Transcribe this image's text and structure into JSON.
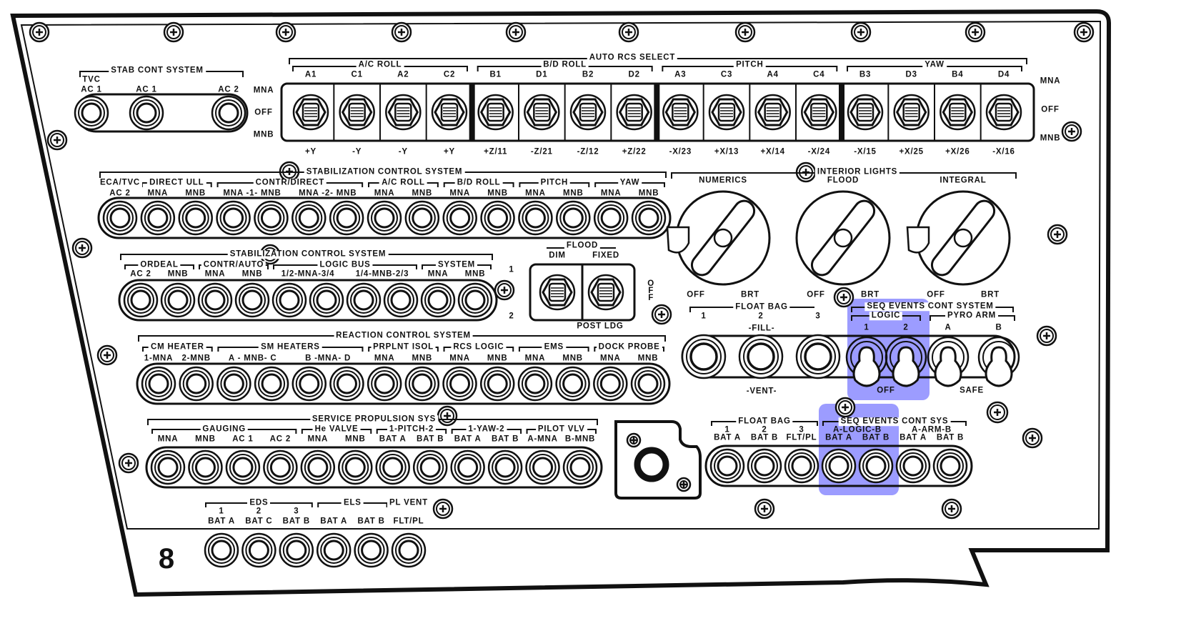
{
  "panel": {
    "number": "8",
    "highlight_color": "#7b7bff"
  },
  "stab_cont_system": {
    "title": "STAB CONT SYSTEM",
    "switches": [
      {
        "sub": "TVC",
        "label": "AC 1"
      },
      {
        "label": "AC 1"
      },
      {
        "label": "AC 2"
      }
    ],
    "positions": [
      "MNA",
      "OFF",
      "MNB"
    ]
  },
  "auto_rcs_select": {
    "title": "AUTO RCS SELECT",
    "positions": [
      "MNA",
      "OFF",
      "MNB"
    ],
    "groups": [
      {
        "name": "A/C ROLL",
        "switches": [
          {
            "id": "A1",
            "axis": "+Y"
          },
          {
            "id": "C1",
            "axis": "-Y"
          },
          {
            "id": "A2",
            "axis": "-Y"
          },
          {
            "id": "C2",
            "axis": "+Y"
          }
        ]
      },
      {
        "name": "B/D ROLL",
        "switches": [
          {
            "id": "B1",
            "axis": "+Z/11"
          },
          {
            "id": "D1",
            "axis": "-Z/21"
          },
          {
            "id": "B2",
            "axis": "-Z/12"
          },
          {
            "id": "D2",
            "axis": "+Z/22"
          }
        ]
      },
      {
        "name": "PITCH",
        "switches": [
          {
            "id": "A3",
            "axis": "-X/23"
          },
          {
            "id": "C3",
            "axis": "+X/13"
          },
          {
            "id": "A4",
            "axis": "+X/14"
          },
          {
            "id": "C4",
            "axis": "-X/24"
          }
        ]
      },
      {
        "name": "YAW",
        "switches": [
          {
            "id": "B3",
            "axis": "-X/15"
          },
          {
            "id": "D3",
            "axis": "+X/25"
          },
          {
            "id": "B4",
            "axis": "+X/26"
          },
          {
            "id": "D4",
            "axis": "-X/16"
          }
        ]
      }
    ]
  },
  "breaker_rows": [
    {
      "title": "STABILIZATION CONTROL SYSTEM",
      "count": 15,
      "headers": [
        {
          "text": "ECA/TVC",
          "span": 1
        },
        {
          "text": "DIRECT ULL",
          "span": 2
        },
        {
          "text": "CONTR/DIRECT",
          "span": 4
        },
        {
          "text": "A/C ROLL",
          "span": 2
        },
        {
          "text": "B/D ROLL",
          "span": 2
        },
        {
          "text": "PITCH",
          "span": 2
        },
        {
          "text": "YAW",
          "span": 2
        }
      ],
      "labels": [
        {
          "text": "AC 2",
          "span": 1
        },
        {
          "text": "MNA",
          "span": 1
        },
        {
          "text": "MNB",
          "span": 1
        },
        {
          "text": "MNA -1- MNB",
          "span": 2
        },
        {
          "text": "MNA -2- MNB",
          "span": 2
        },
        {
          "text": "MNA",
          "span": 1
        },
        {
          "text": "MNB",
          "span": 1
        },
        {
          "text": "MNA",
          "span": 1
        },
        {
          "text": "MNB",
          "span": 1
        },
        {
          "text": "MNA",
          "span": 1
        },
        {
          "text": "MNB",
          "span": 1
        },
        {
          "text": "MNA",
          "span": 1
        },
        {
          "text": "MNB",
          "span": 1
        }
      ]
    },
    {
      "title": "STABILIZATION CONTROL SYSTEM",
      "count": 10,
      "headers": [
        {
          "text": "ORDEAL",
          "span": 2
        },
        {
          "text": "CONTR/AUTO",
          "span": 2
        },
        {
          "text": "LOGIC BUS",
          "span": 4
        },
        {
          "text": "SYSTEM",
          "span": 2
        }
      ],
      "labels": [
        {
          "text": "AC 2",
          "span": 1
        },
        {
          "text": "MNB",
          "span": 1
        },
        {
          "text": "MNA",
          "span": 1
        },
        {
          "text": "MNB",
          "span": 1
        },
        {
          "text": "1/2-MNA-3/4",
          "span": 2
        },
        {
          "text": "1/4-MNB-2/3",
          "span": 2
        },
        {
          "text": "MNA",
          "span": 1
        },
        {
          "text": "MNB",
          "span": 1
        }
      ]
    },
    {
      "title": "REACTION CONTROL SYSTEM",
      "count": 14,
      "headers": [
        {
          "text": "CM HEATER",
          "span": 2
        },
        {
          "text": "SM HEATERS",
          "span": 4
        },
        {
          "text": "PRPLNT ISOL",
          "span": 2
        },
        {
          "text": "RCS LOGIC",
          "span": 2
        },
        {
          "text": "EMS",
          "span": 2
        },
        {
          "text": "DOCK PROBE",
          "span": 2
        }
      ],
      "labels": [
        {
          "text": "1-MNA",
          "span": 1
        },
        {
          "text": "2-MNB",
          "span": 1
        },
        {
          "text": "A - MNB- C",
          "span": 2
        },
        {
          "text": "B -MNA- D",
          "span": 2
        },
        {
          "text": "MNA",
          "span": 1
        },
        {
          "text": "MNB",
          "span": 1
        },
        {
          "text": "MNA",
          "span": 1
        },
        {
          "text": "MNB",
          "span": 1
        },
        {
          "text": "MNA",
          "span": 1
        },
        {
          "text": "MNB",
          "span": 1
        },
        {
          "text": "MNA",
          "span": 1
        },
        {
          "text": "MNB",
          "span": 1
        }
      ]
    },
    {
      "title": "SERVICE PROPULSION SYS",
      "count": 12,
      "headers": [
        {
          "text": "GAUGING",
          "span": 4
        },
        {
          "text": "He VALVE",
          "span": 2
        },
        {
          "text": "1-PITCH-2",
          "span": 2
        },
        {
          "text": "1-YAW-2",
          "span": 2
        },
        {
          "text": "PILOT VLV",
          "span": 2
        }
      ],
      "labels": [
        {
          "text": "MNA",
          "span": 1
        },
        {
          "text": "MNB",
          "span": 1
        },
        {
          "text": "AC 1",
          "span": 1
        },
        {
          "text": "AC 2",
          "span": 1
        },
        {
          "text": "MNA",
          "span": 1
        },
        {
          "text": "MNB",
          "span": 1
        },
        {
          "text": "BAT A",
          "span": 1
        },
        {
          "text": "BAT B",
          "span": 1
        },
        {
          "text": "BAT A",
          "span": 1
        },
        {
          "text": "BAT B",
          "span": 1
        },
        {
          "text": "A-MNA",
          "span": 1
        },
        {
          "text": "B-MNB",
          "span": 1
        }
      ]
    },
    {
      "title": "",
      "count": 6,
      "headers": [
        {
          "text": "EDS",
          "span": 3
        },
        {
          "text": "ELS",
          "span": 2
        },
        {
          "text": "PL VENT",
          "span": 1
        }
      ],
      "sublabels": [
        {
          "text": "1",
          "span": 1
        },
        {
          "text": "2",
          "span": 1
        },
        {
          "text": "3",
          "span": 1
        },
        {
          "text": "",
          "span": 3
        }
      ],
      "labels": [
        {
          "text": "BAT A",
          "span": 1
        },
        {
          "text": "BAT C",
          "span": 1
        },
        {
          "text": "BAT B",
          "span": 1
        },
        {
          "text": "BAT A",
          "span": 1
        },
        {
          "text": "BAT B",
          "span": 1
        },
        {
          "text": "FLT/PL",
          "span": 1
        }
      ]
    },
    {
      "title": "",
      "count": 7,
      "headers": [
        {
          "text": "FLOAT BAG",
          "span": 3
        },
        {
          "text": "SEQ EVENTS CONT SYS",
          "span": 4
        }
      ],
      "sublabels": [
        {
          "text": "1",
          "span": 1
        },
        {
          "text": "2",
          "span": 1
        },
        {
          "text": "3",
          "span": 1
        },
        {
          "text": "A-LOGIC-B",
          "span": 2
        },
        {
          "text": "A-ARM-B",
          "span": 2
        }
      ],
      "labels": [
        {
          "text": "BAT A",
          "span": 1
        },
        {
          "text": "BAT B",
          "span": 1
        },
        {
          "text": "FLT/PL",
          "span": 1
        },
        {
          "text": "BAT A",
          "span": 1
        },
        {
          "text": "BAT B",
          "span": 1
        },
        {
          "text": "BAT A",
          "span": 1
        },
        {
          "text": "BAT B",
          "span": 1
        }
      ],
      "highlighted": [
        3,
        4
      ]
    }
  ],
  "interior_lights": {
    "title": "INTERIOR LIGHTS",
    "knobs": [
      {
        "label": "NUMERICS",
        "min": "OFF",
        "max": "BRT"
      },
      {
        "label": "FLOOD",
        "min": "OFF",
        "max": "BRT"
      },
      {
        "label": "INTEGRAL",
        "min": "OFF",
        "max": "BRT"
      }
    ]
  },
  "flood": {
    "title": "FLOOD",
    "switches": [
      "DIM",
      "FIXED"
    ],
    "footer": "POST LDG",
    "off_label": "OFF",
    "pos1": "1",
    "pos2": "2"
  },
  "float_bag": {
    "title": "FLOAT BAG",
    "items": [
      "1",
      "2",
      "3"
    ],
    "fill": "-FILL-",
    "vent": "-VENT-"
  },
  "seq_events": {
    "title": "SEQ EVENTS CONT SYSTEM",
    "logic": {
      "title": "LOGIC",
      "items": [
        "1",
        "2"
      ],
      "state": "OFF"
    },
    "pyro_arm": {
      "title": "PYRO ARM",
      "items": [
        "A",
        "B"
      ],
      "state": "SAFE"
    }
  }
}
